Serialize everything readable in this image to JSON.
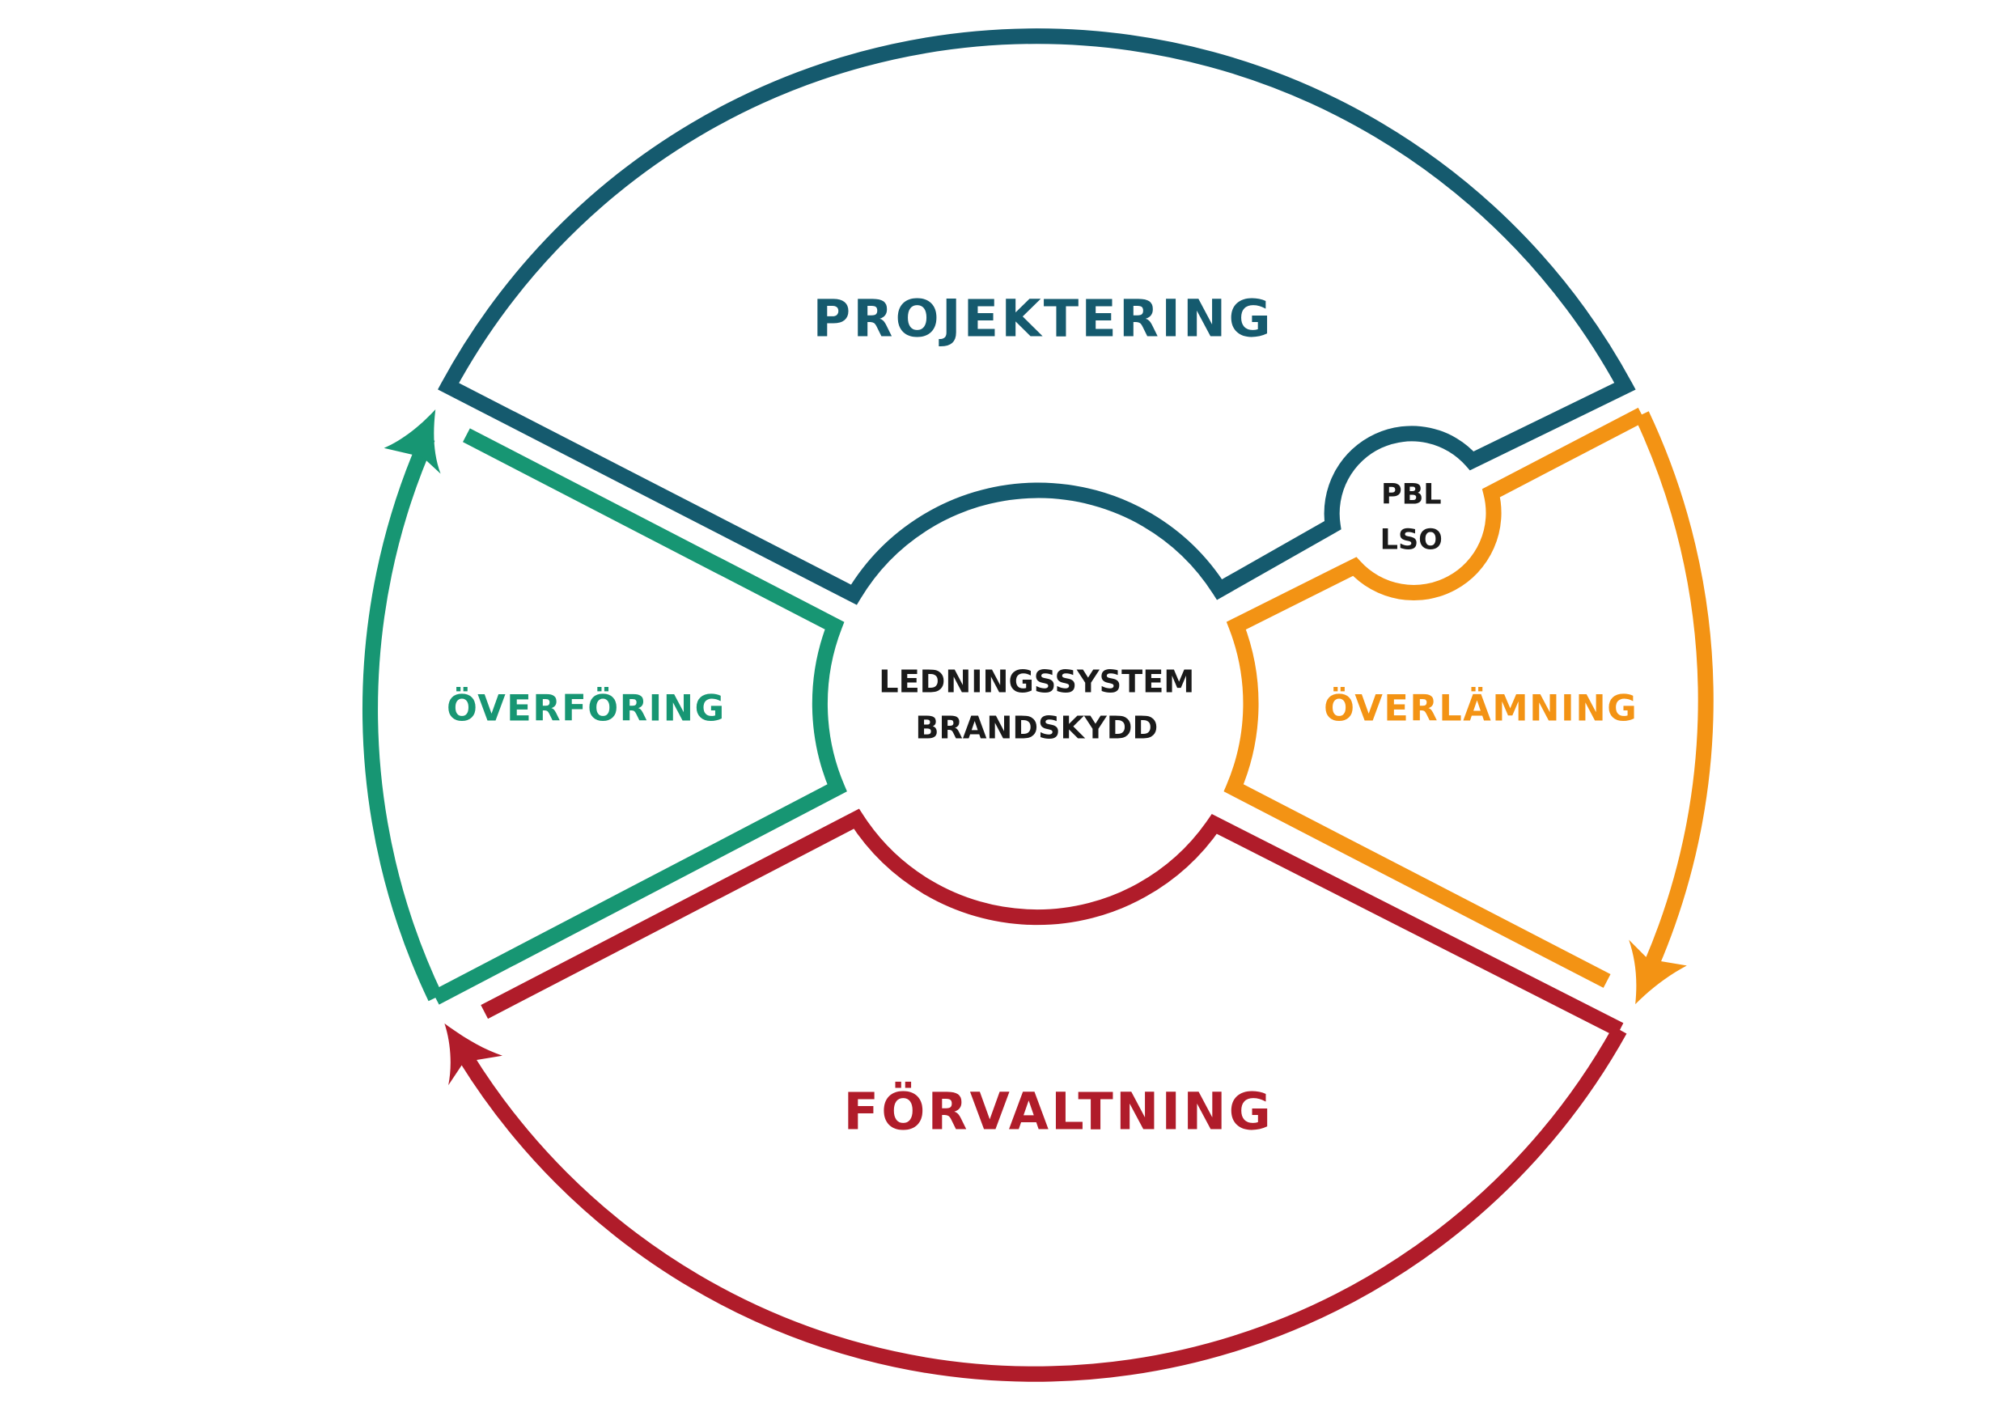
{
  "colors": {
    "projektering": "#155a6e",
    "overlamning": "#f39314",
    "forvaltning": "#b01c2a",
    "overforing": "#179673",
    "text": "#1a1a1a"
  },
  "phases": {
    "projektering": "PROJEKTERING",
    "overlamning": "ÖVERLÄMNING",
    "forvaltning": "FÖRVALTNING",
    "overforing": "ÖVERFÖRING"
  },
  "center": {
    "line1": "LEDNINGSSYSTEM",
    "line2": "BRANDSKYDD"
  },
  "laws": {
    "line1": "PBL",
    "line2": "LSO"
  }
}
